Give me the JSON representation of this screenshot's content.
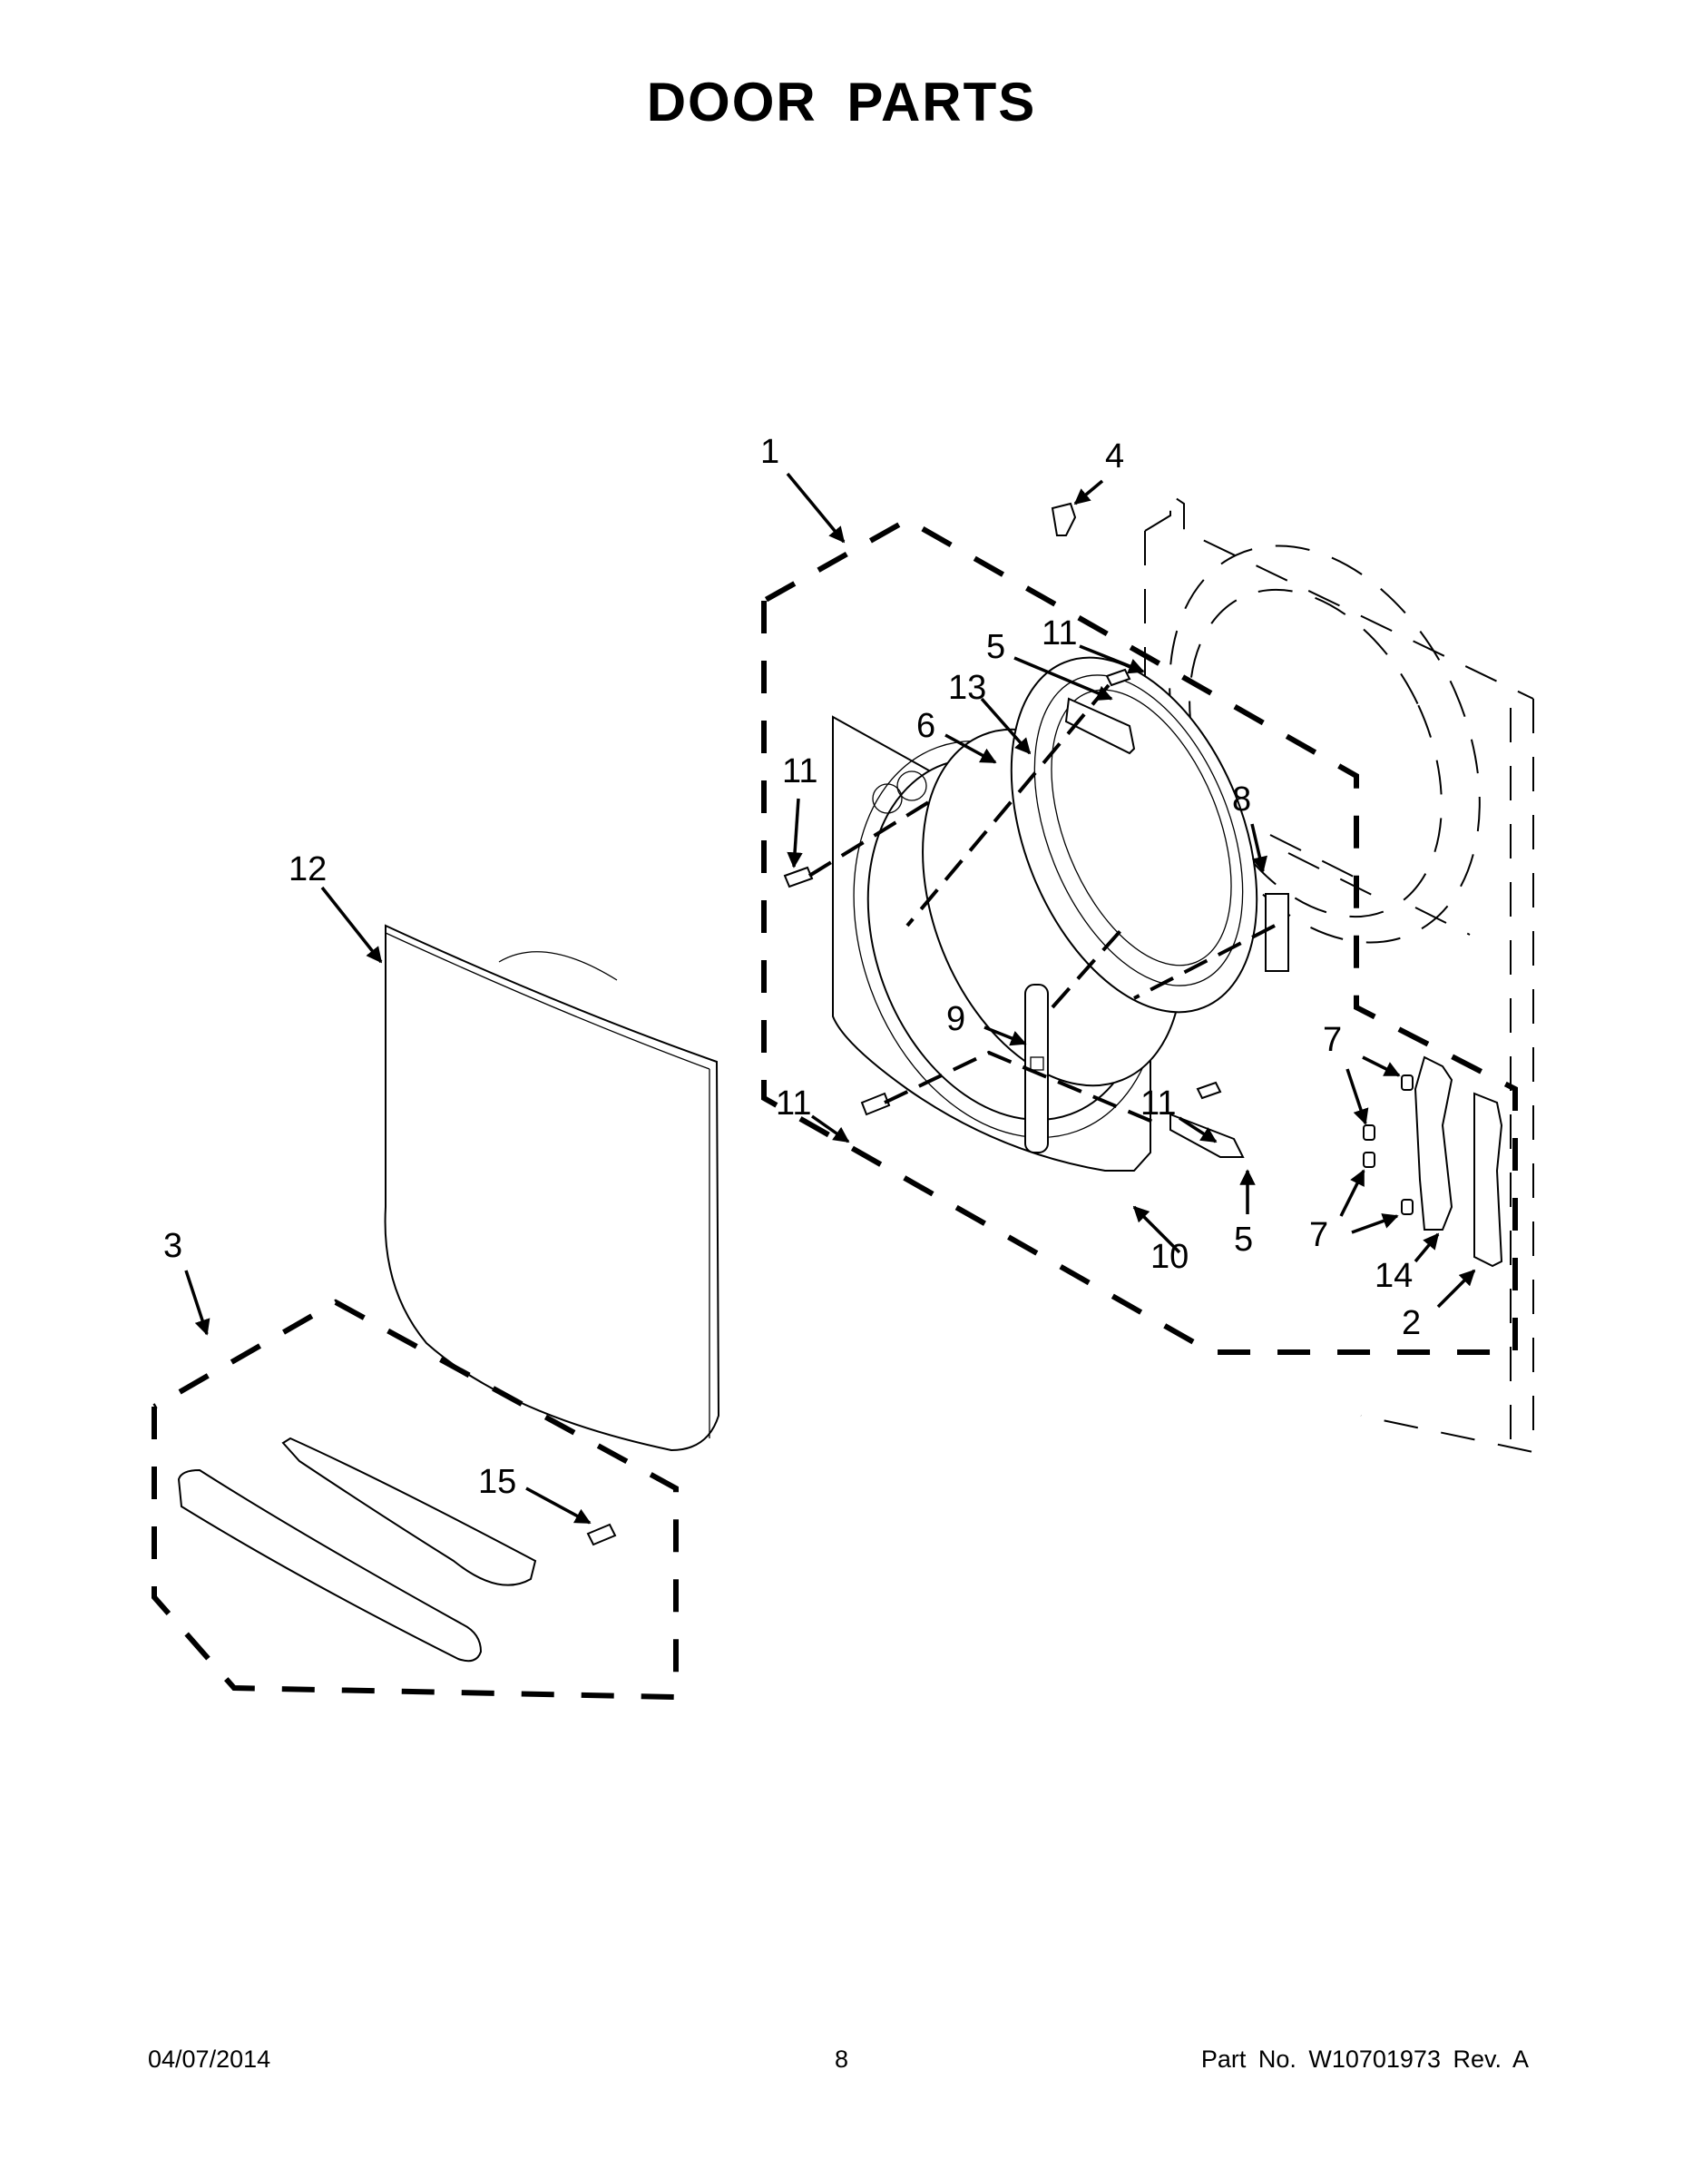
{
  "page": {
    "title": "DOOR PARTS",
    "footer": {
      "date": "04/07/2014",
      "page_number": "8",
      "part_number": "Part No.  W10701973  Rev.  A"
    }
  },
  "diagram": {
    "callouts": [
      {
        "id": "c1",
        "label": "1"
      },
      {
        "id": "c4",
        "label": "4"
      },
      {
        "id": "c11a",
        "label": "11"
      },
      {
        "id": "c5a",
        "label": "5"
      },
      {
        "id": "c13",
        "label": "13"
      },
      {
        "id": "c6",
        "label": "6"
      },
      {
        "id": "c11b",
        "label": "11"
      },
      {
        "id": "c8",
        "label": "8"
      },
      {
        "id": "c12",
        "label": "12"
      },
      {
        "id": "c9",
        "label": "9"
      },
      {
        "id": "c11c",
        "label": "11"
      },
      {
        "id": "c11d",
        "label": "11"
      },
      {
        "id": "c10",
        "label": "10"
      },
      {
        "id": "c5b",
        "label": "5"
      },
      {
        "id": "c7a",
        "label": "7"
      },
      {
        "id": "c7b",
        "label": "7"
      },
      {
        "id": "c14",
        "label": "14"
      },
      {
        "id": "c2",
        "label": "2"
      },
      {
        "id": "c3",
        "label": "3"
      },
      {
        "id": "c15",
        "label": "15"
      }
    ]
  }
}
